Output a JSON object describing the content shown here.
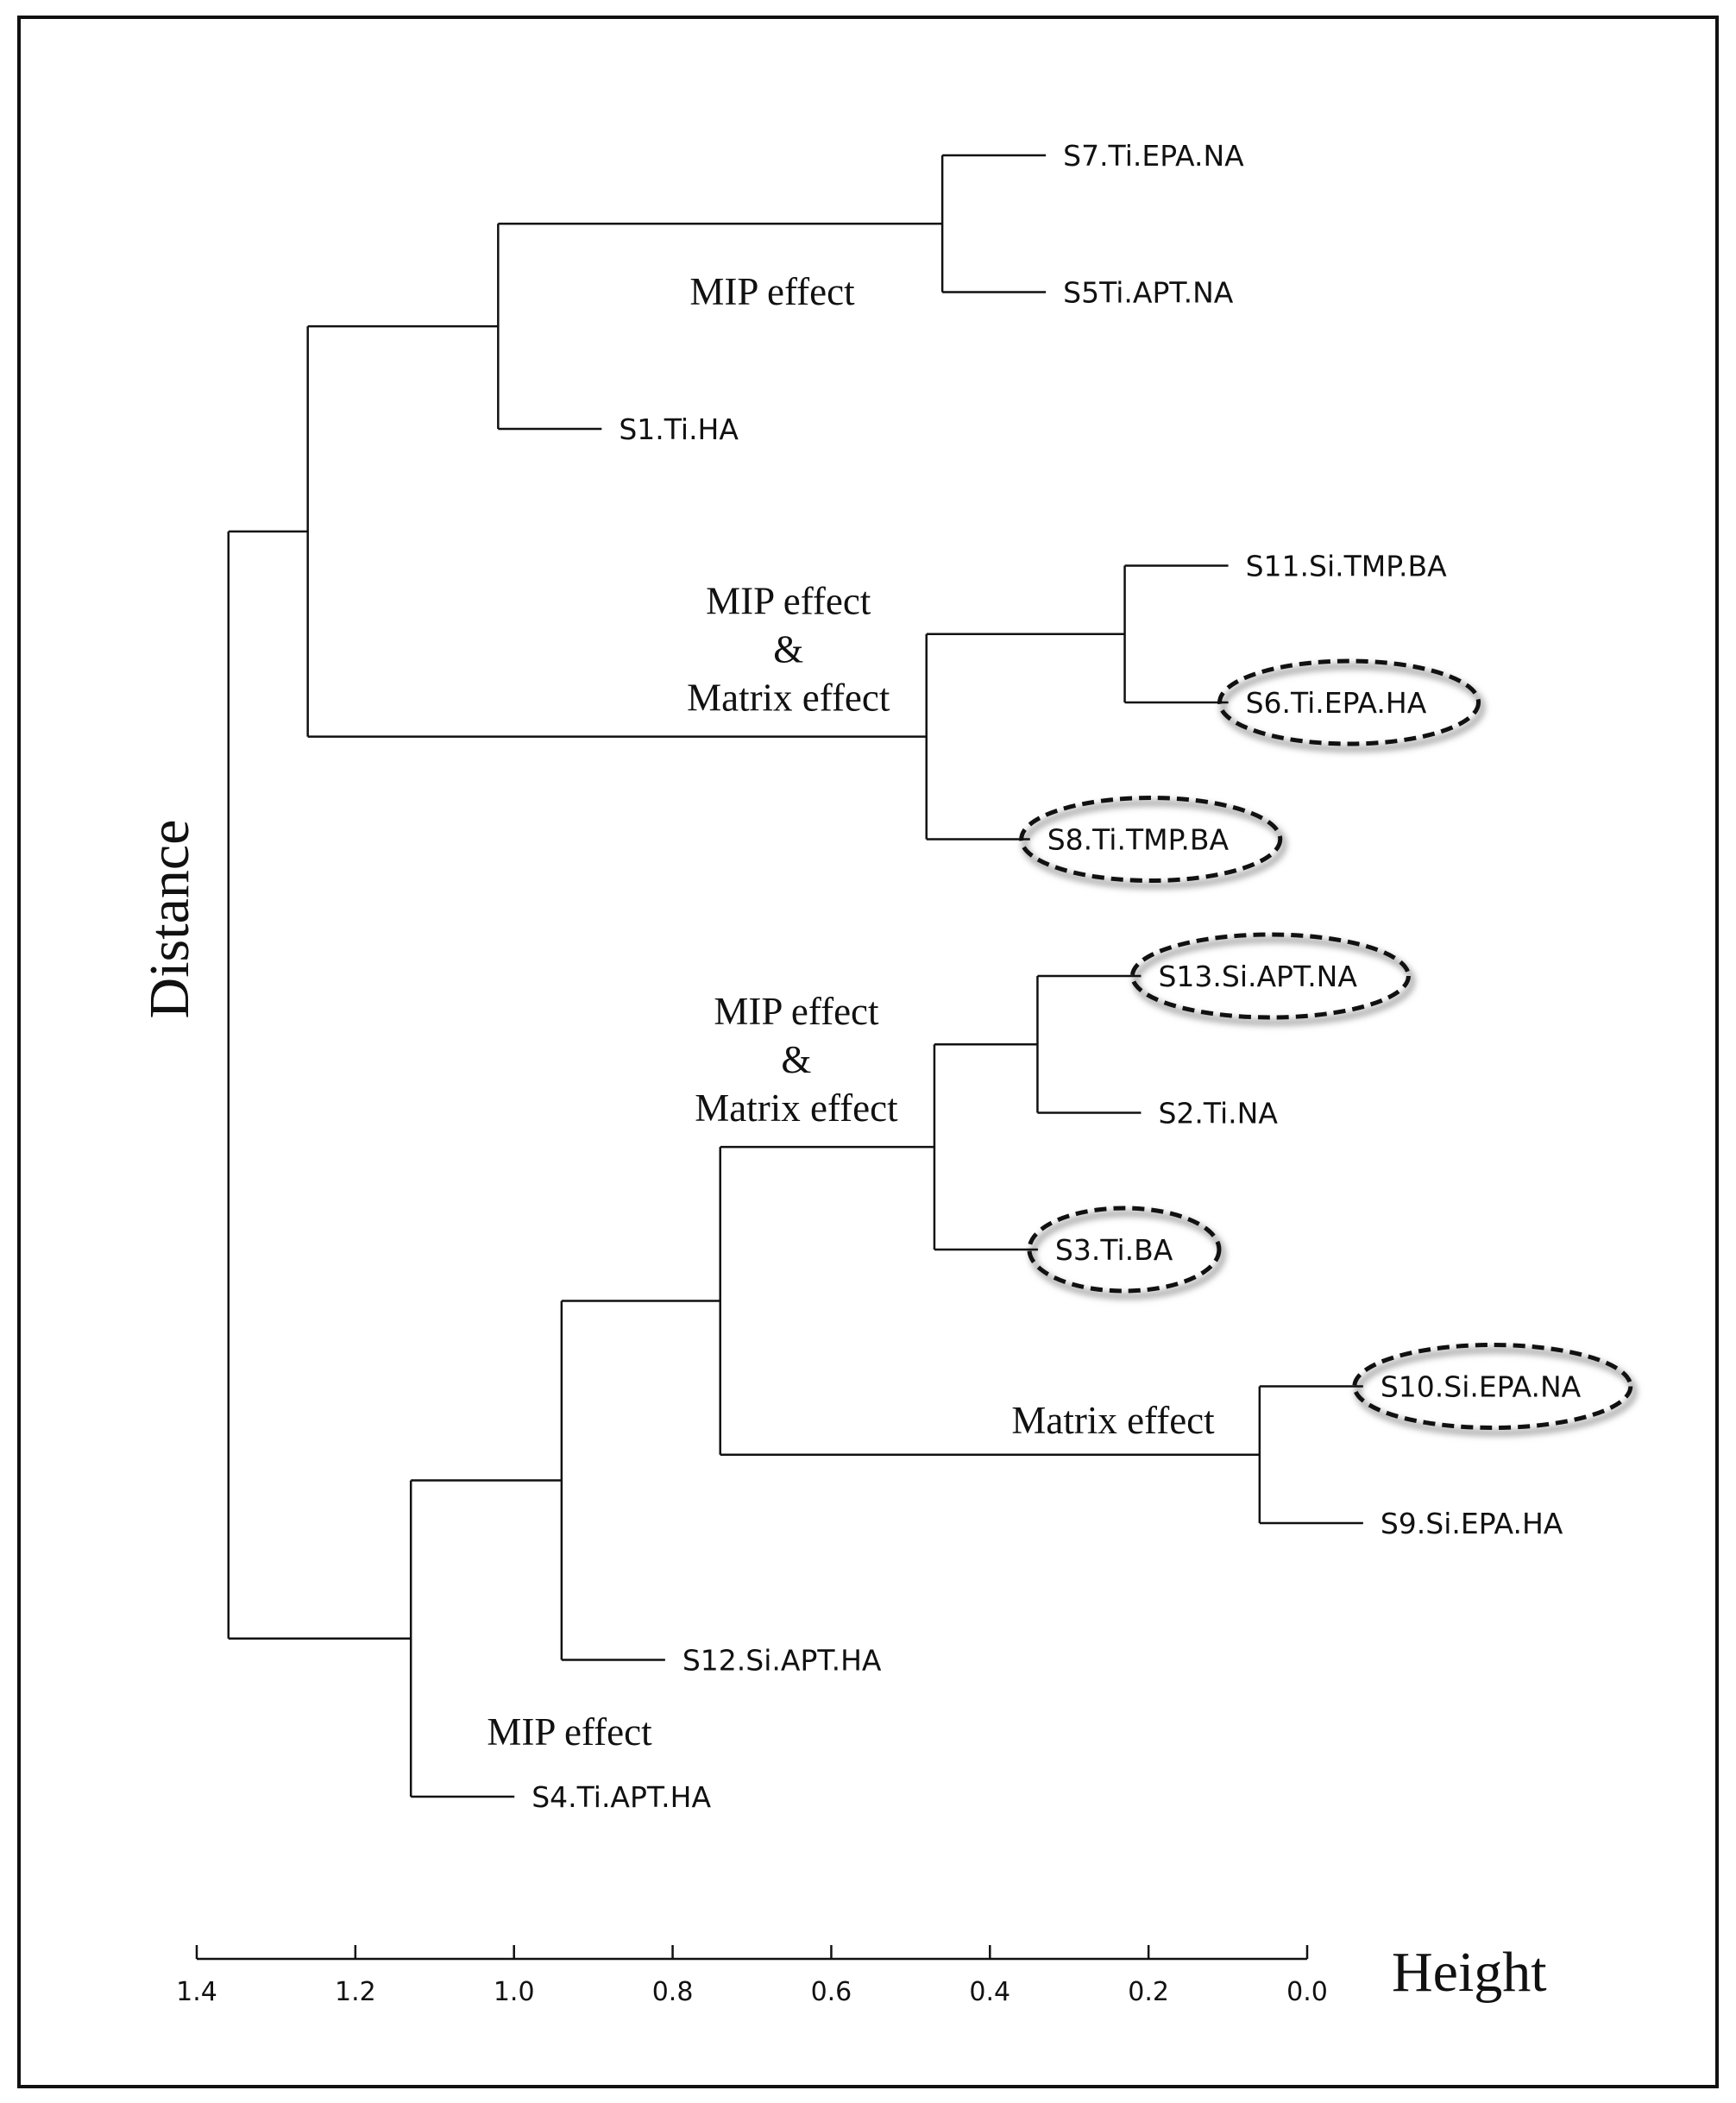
{
  "chart_data": {
    "type": "dendrogram",
    "ylabel": "Distance",
    "xlabel": "Height",
    "xlim": [
      1.4,
      0.0
    ],
    "xticks": [
      "1.4",
      "1.2",
      "1.0",
      "0.8",
      "0.6",
      "0.4",
      "0.2",
      "0.0"
    ],
    "leaves": [
      {
        "id": "S7",
        "label": "S7.Ti.EPA.NA",
        "circled": false
      },
      {
        "id": "S5",
        "label": "S5Ti.APT.NA",
        "circled": false
      },
      {
        "id": "S1",
        "label": "S1.Ti.HA",
        "circled": false
      },
      {
        "id": "S11",
        "label": "S11.Si.TMP.BA",
        "circled": false
      },
      {
        "id": "S6",
        "label": "S6.Ti.EPA.HA",
        "circled": true
      },
      {
        "id": "S8",
        "label": "S8.Ti.TMP.BA",
        "circled": true
      },
      {
        "id": "S13",
        "label": "S13.Si.APT.NA",
        "circled": true
      },
      {
        "id": "S2",
        "label": "S2.Ti.NA",
        "circled": false
      },
      {
        "id": "S3",
        "label": "S3.Ti.BA",
        "circled": true
      },
      {
        "id": "S10",
        "label": "S10.Si.EPA.NA",
        "circled": true
      },
      {
        "id": "S9",
        "label": "S9.Si.EPA.HA",
        "circled": false
      },
      {
        "id": "S12",
        "label": "S12.Si.APT.HA",
        "circled": false
      },
      {
        "id": "S4",
        "label": "S4.Ti.APT.HA",
        "circled": false
      }
    ],
    "merges": [
      {
        "id": "A",
        "height": 0.46,
        "children": [
          "S7",
          "S5"
        ]
      },
      {
        "id": "B",
        "height": 1.02,
        "children": [
          "A",
          "S1"
        ]
      },
      {
        "id": "C",
        "height": 0.23,
        "children": [
          "S11",
          "S6"
        ]
      },
      {
        "id": "D",
        "height": 0.48,
        "children": [
          "C",
          "S8"
        ]
      },
      {
        "id": "E",
        "height": 1.26,
        "children": [
          "B",
          "D"
        ]
      },
      {
        "id": "F",
        "height": 0.34,
        "children": [
          "S13",
          "S2"
        ]
      },
      {
        "id": "G",
        "height": 0.47,
        "children": [
          "F",
          "S3"
        ]
      },
      {
        "id": "H",
        "height": 0.06,
        "children": [
          "S10",
          "S9"
        ]
      },
      {
        "id": "I",
        "height": 0.74,
        "children": [
          "G",
          "H"
        ]
      },
      {
        "id": "J",
        "height": 0.94,
        "children": [
          "I",
          "S12"
        ]
      },
      {
        "id": "K",
        "height": 1.13,
        "children": [
          "J",
          "S4"
        ]
      },
      {
        "id": "L",
        "height": 1.36,
        "children": [
          "E",
          "K"
        ]
      }
    ],
    "annotations": [
      {
        "node": "B",
        "lines": [
          "MIP effect"
        ]
      },
      {
        "node": "D",
        "lines": [
          "MIP effect",
          "&",
          "Matrix effect"
        ]
      },
      {
        "node": "G",
        "lines": [
          "MIP effect",
          "&",
          "Matrix effect"
        ]
      },
      {
        "node": "H",
        "lines": [
          "Matrix effect"
        ]
      },
      {
        "node": "K",
        "lines": [
          "MIP effect"
        ]
      }
    ]
  }
}
